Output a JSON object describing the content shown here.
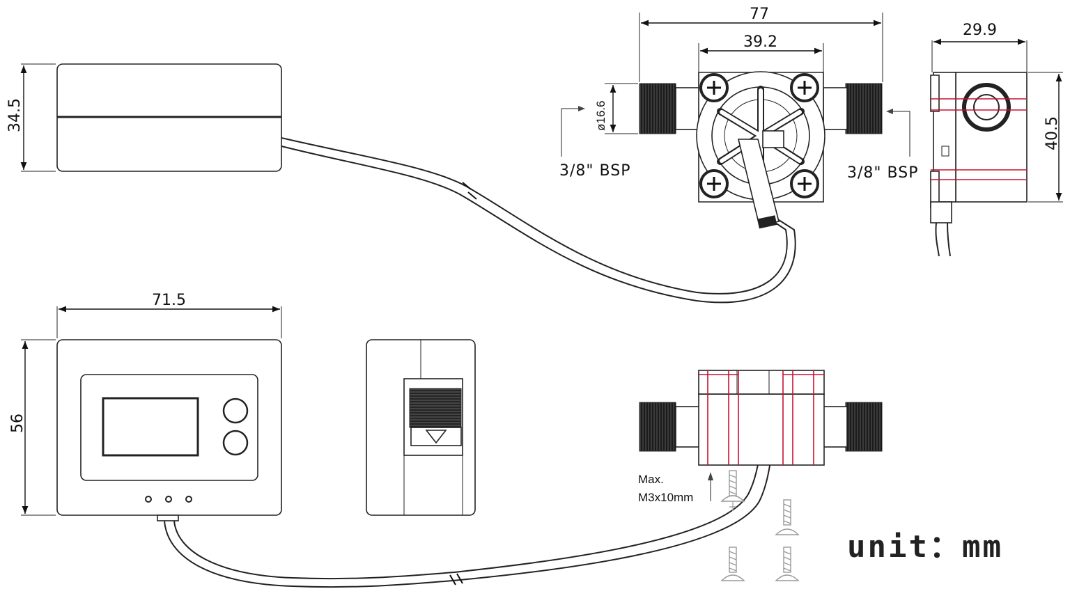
{
  "dimensions": {
    "sensor_length": "77",
    "sensor_body_width": "39.2",
    "side_width": "29.9",
    "side_height": "40.5",
    "pipe_diameter": "ø16.6",
    "panel_side_height": "34.5",
    "panel_width": "71.5",
    "panel_height": "56"
  },
  "labels": {
    "thread_left": "3/8\" BSP",
    "thread_right": "3/8\" BSP",
    "screw_max": "Max.",
    "screw_size": "M3x10mm",
    "unit": "unit：mm"
  },
  "colors": {
    "line": "#111111",
    "highlight": "#c8102e",
    "background": "#ffffff"
  }
}
